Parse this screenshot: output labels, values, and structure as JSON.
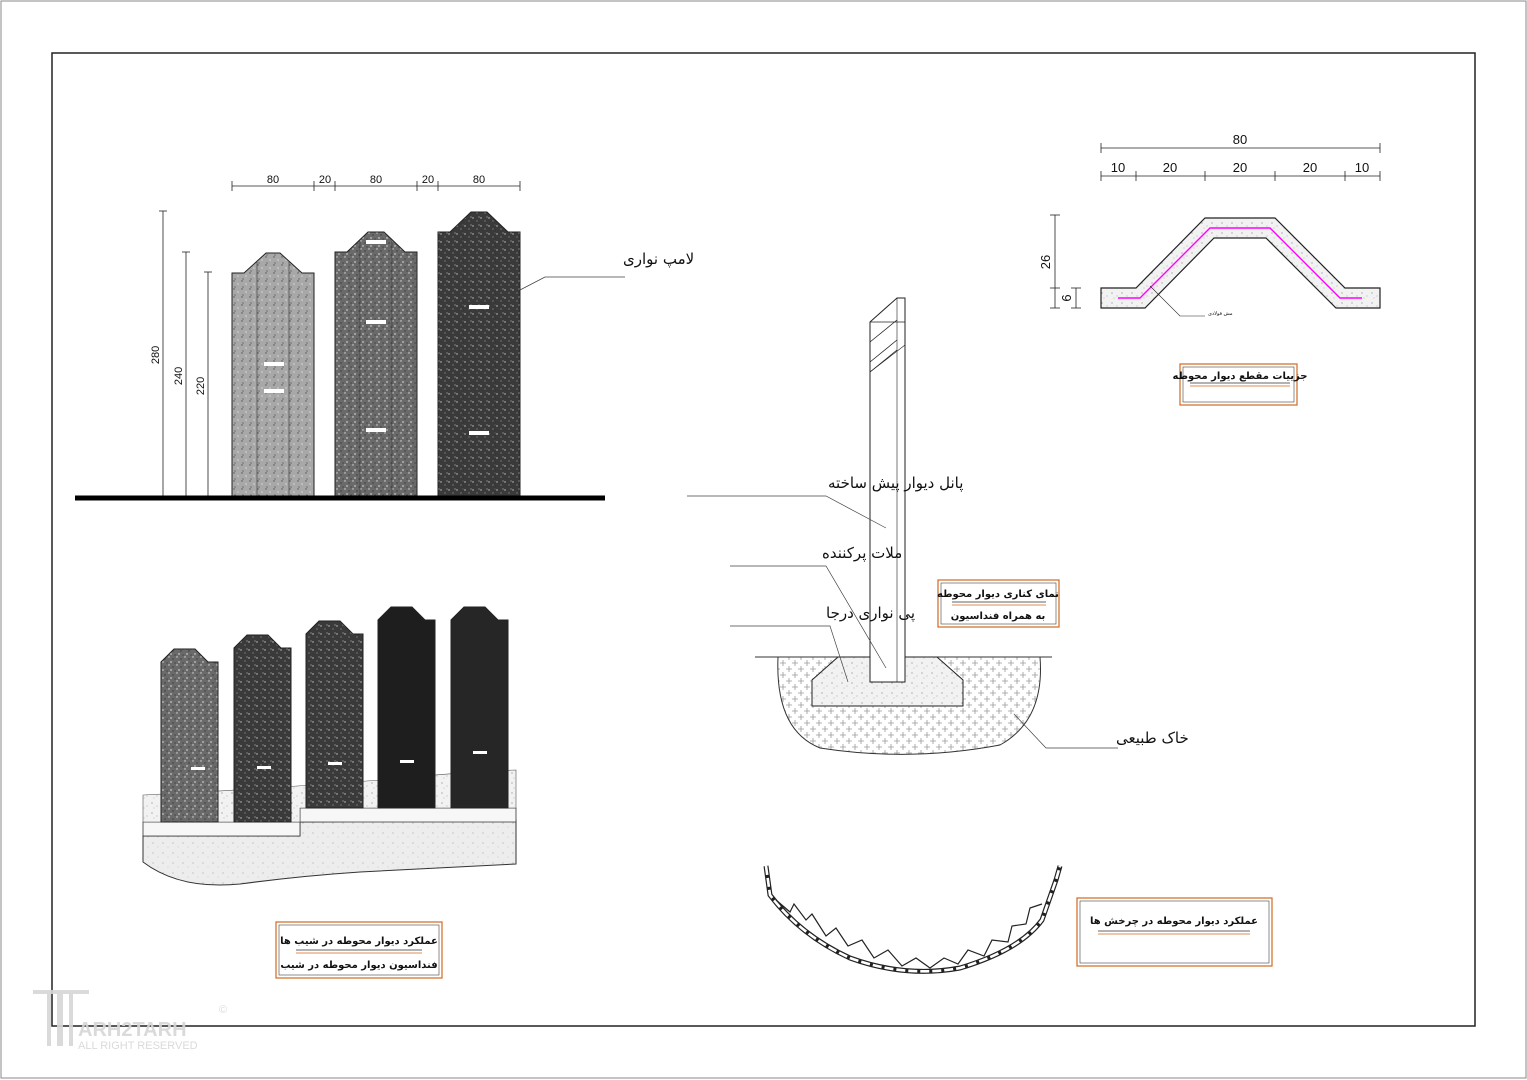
{
  "elevation": {
    "widths": [
      "80",
      "20",
      "80",
      "20",
      "80"
    ],
    "heights": [
      "280",
      "240",
      "220"
    ],
    "lamp_label": "لامپ نواری"
  },
  "section_detail": {
    "total": "80",
    "segments": [
      "10",
      "20",
      "20",
      "20",
      "10"
    ],
    "height_top": "26",
    "height_bottom": "6",
    "rebar_label": "مش فولادی",
    "title": "جزییات مقطع دیوار محوطه"
  },
  "foundation": {
    "panel_label": "پانل دیوار پیش ساخته",
    "mortar_label": "ملات پرکننده",
    "footing_label": "پی نواری درجا",
    "soil_label": "خاک طبیعی",
    "title_line1": "نمای کناری دیوار محوطه",
    "title_line2": "به همراه فنداسیون"
  },
  "slope": {
    "title_line1": "عملکرد دیوار محوطه در شیب ها",
    "title_line2": "فنداسیون دیوار محوطه در شیب"
  },
  "curve": {
    "title": "عملکرد دیوار محوطه در چرخش ها"
  },
  "watermark": {
    "brand": "ARH2TARH",
    "rights": "ALL RIGHT RESERVED",
    "symbol": "©"
  },
  "colors": {
    "title_box_border": "#d2691e",
    "rebar": "#ff00ff"
  }
}
